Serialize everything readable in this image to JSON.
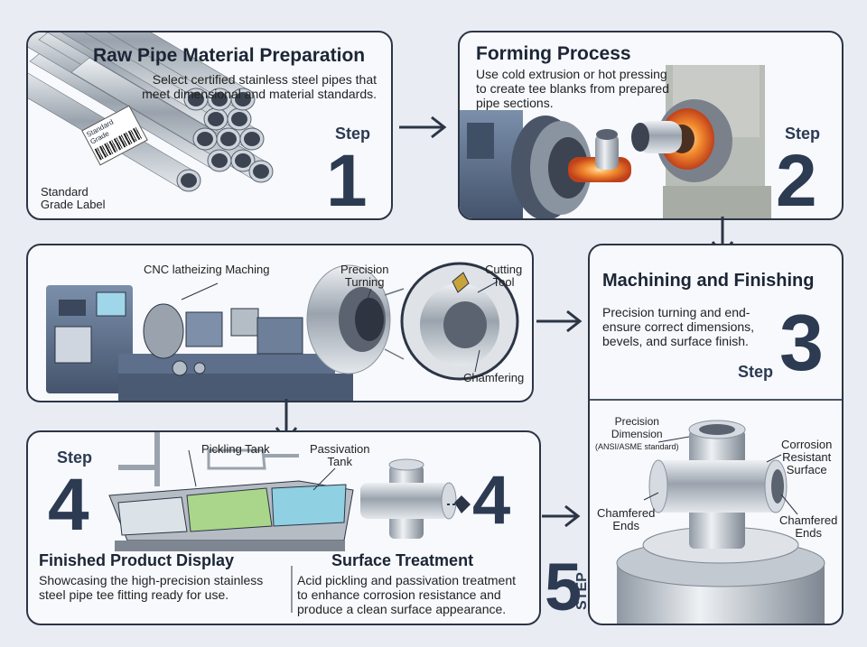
{
  "step1": {
    "title": "Raw Pipe Material Preparation",
    "desc_line1": "Select certified stainless steel pipes that",
    "desc_line2": "meet dimensional and material standards.",
    "step_word": "Step",
    "number": "1",
    "label_line1": "Standard",
    "label_line2": "Grade Label",
    "tag_text": "Standard Grade"
  },
  "step2": {
    "title": "Forming Process",
    "desc_line1": "Use cold extrusion or hot pressing",
    "desc_line2": "to create tee blanks from prepared",
    "desc_line3": "pipe sections.",
    "step_word": "Step",
    "number": "2"
  },
  "step3": {
    "title": "Machining and Finishing",
    "desc_line1": "Precision turning and end-",
    "desc_line2": "ensure correct dimensions,",
    "desc_line3": "bevels, and surface finish.",
    "step_word": "Step",
    "number": "3",
    "label_cnc": "CNC latheizing Maching",
    "label_precision1": "Precision",
    "label_precision2": "Turning",
    "label_cutting1": "Cutting",
    "label_cutting2": "Tool",
    "label_chamfering": "Chamfering"
  },
  "step4": {
    "step_word": "Step",
    "number": "4",
    "label_pickling": "Pickling Tank",
    "label_passivation1": "Passivation",
    "label_passivation2": "Tank",
    "arrow_number": "4",
    "finished_title": "Finished Product Display",
    "finished_desc1": "Showcasing the high-precision stainless",
    "finished_desc2": "steel pipe tee fitting ready for use.",
    "surface_title": "Surface Treatment",
    "surface_desc1": "Acid pickling and passivation treatment",
    "surface_desc2": "to enhance corrosion resistance and",
    "surface_desc3": "produce a clean surface appearance."
  },
  "step5": {
    "number": "5",
    "step_word": "STEP",
    "label_dim1": "Precision",
    "label_dim2": "Dimension",
    "label_dim3": "(ANSI/ASME standard)",
    "label_corr1": "Corrosion",
    "label_corr2": "Resistant",
    "label_corr3": "Surface",
    "label_chamfer_l1": "Chamfered",
    "label_chamfer_l2": "Ends",
    "label_chamfer_r1": "Chamfered",
    "label_chamfer_r2": "Ends"
  },
  "colors": {
    "border": "#2c3545",
    "number": "#2c3a52",
    "steel": "#aeb6c0",
    "machine": "#5f7390",
    "glow": "#f07a2a"
  }
}
